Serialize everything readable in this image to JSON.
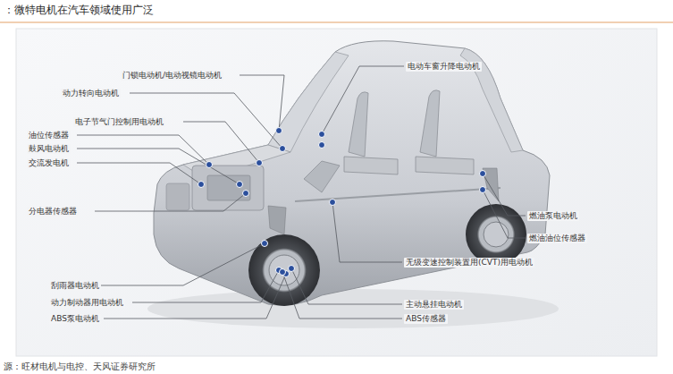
{
  "diagram": {
    "title": "：微特电机在汽车领域使用广泛",
    "caption": "源：旺材电机与电控、天风证券研究所",
    "labels": [
      "门锁电动机/电动视镜电动机",
      "动力转向电动机",
      "电子节气门控制用电动机",
      "油位传感器",
      "鼓风电动机",
      "交流发电机",
      "分电器传感器",
      "刮雨器电动机",
      "动力制动器用电动机",
      "ABS泵电动机",
      "电动车窗升降电动机",
      "燃油泵电动机",
      "燃油油位传感器",
      "无级变速控制装置用(CVT)用电动机",
      "主动悬挂电动机",
      "ABS传感器"
    ]
  }
}
